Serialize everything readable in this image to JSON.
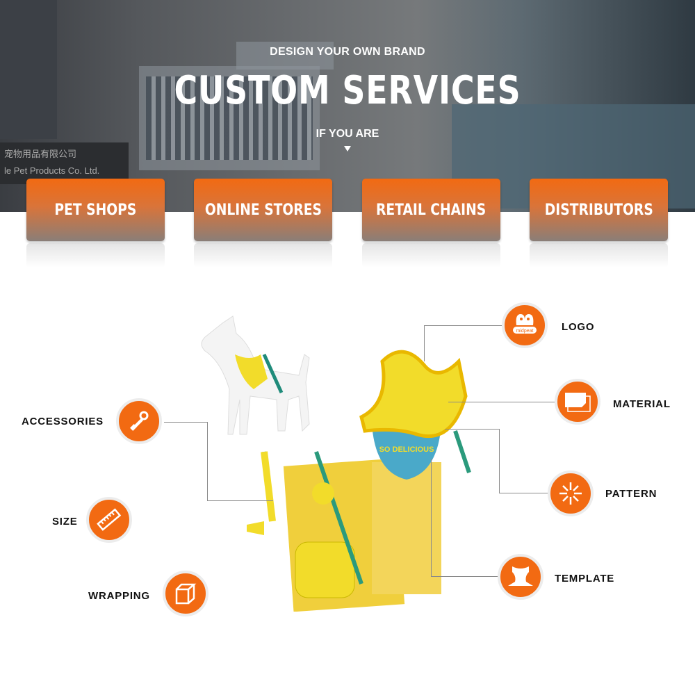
{
  "hero": {
    "subtitle": "DESIGN YOUR OWN BRAND",
    "title": "CUSTOM SERVICES",
    "prompt": "IF YOU ARE",
    "sign_text": [
      "宠物用品有限公司",
      "le Pet Products Co. Ltd."
    ]
  },
  "audiences": [
    {
      "label": "PET SHOPS"
    },
    {
      "label": "ONLINE STORES"
    },
    {
      "label": "RETAIL CHAINS"
    },
    {
      "label": "DISTRIBUTORS"
    }
  ],
  "services_left": [
    {
      "label": "ACCESSORIES",
      "icon": "leash-clip-icon"
    },
    {
      "label": "SIZE",
      "icon": "ruler-icon"
    },
    {
      "label": "WRAPPING",
      "icon": "box-icon"
    }
  ],
  "services_right": [
    {
      "label": "LOGO",
      "icon": "brand-logo-icon",
      "logo_text": "midpeat"
    },
    {
      "label": "MATERIAL",
      "icon": "fabric-icon"
    },
    {
      "label": "PATTERN",
      "icon": "pattern-burst-icon"
    },
    {
      "label": "TEMPLATE",
      "icon": "harness-icon"
    }
  ],
  "product": {
    "bandana_text": "SO DELICIOUS"
  },
  "colors": {
    "accent": "#f26a12",
    "product_yellow": "#f2dc2a"
  }
}
